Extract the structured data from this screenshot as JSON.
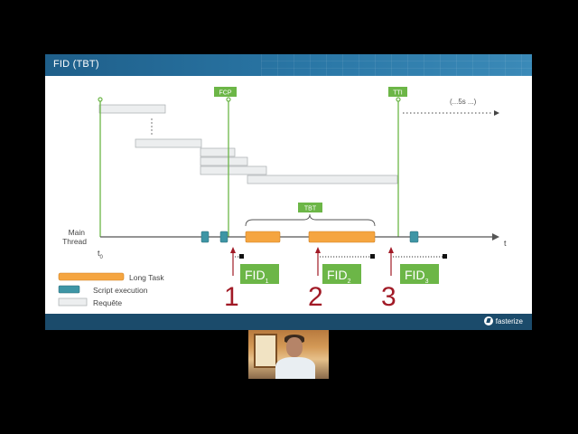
{
  "slide": {
    "title": "FID (TBT)",
    "brand": "fasterize"
  },
  "diagram": {
    "fcp_label": "FCP",
    "tti_label": "TTI",
    "tbt_label": "TBT",
    "ellipsis_label": "(...5s ...)",
    "main_thread_label_1": "Main",
    "main_thread_label_2": "Thread",
    "t0_label": "t",
    "t0_sub": "0",
    "t_label": "t",
    "fid_markers": [
      {
        "number": "1",
        "label": "FID",
        "sub": "1"
      },
      {
        "number": "2",
        "label": "FID",
        "sub": "2"
      },
      {
        "number": "3",
        "label": "FID",
        "sub": "3"
      }
    ],
    "legend": [
      {
        "label": "Long Task",
        "color": "#f5a540"
      },
      {
        "label": "Script execution",
        "color": "#3e95a5"
      },
      {
        "label": "Requête",
        "color": "#eceeef"
      }
    ]
  },
  "colors": {
    "green": "#6cb647",
    "orange": "#f5a540",
    "teal": "#3e95a5",
    "request": "#eceeef",
    "marker": "#a11a26",
    "header": "#2a77a6",
    "footer": "#1b4b6b"
  }
}
